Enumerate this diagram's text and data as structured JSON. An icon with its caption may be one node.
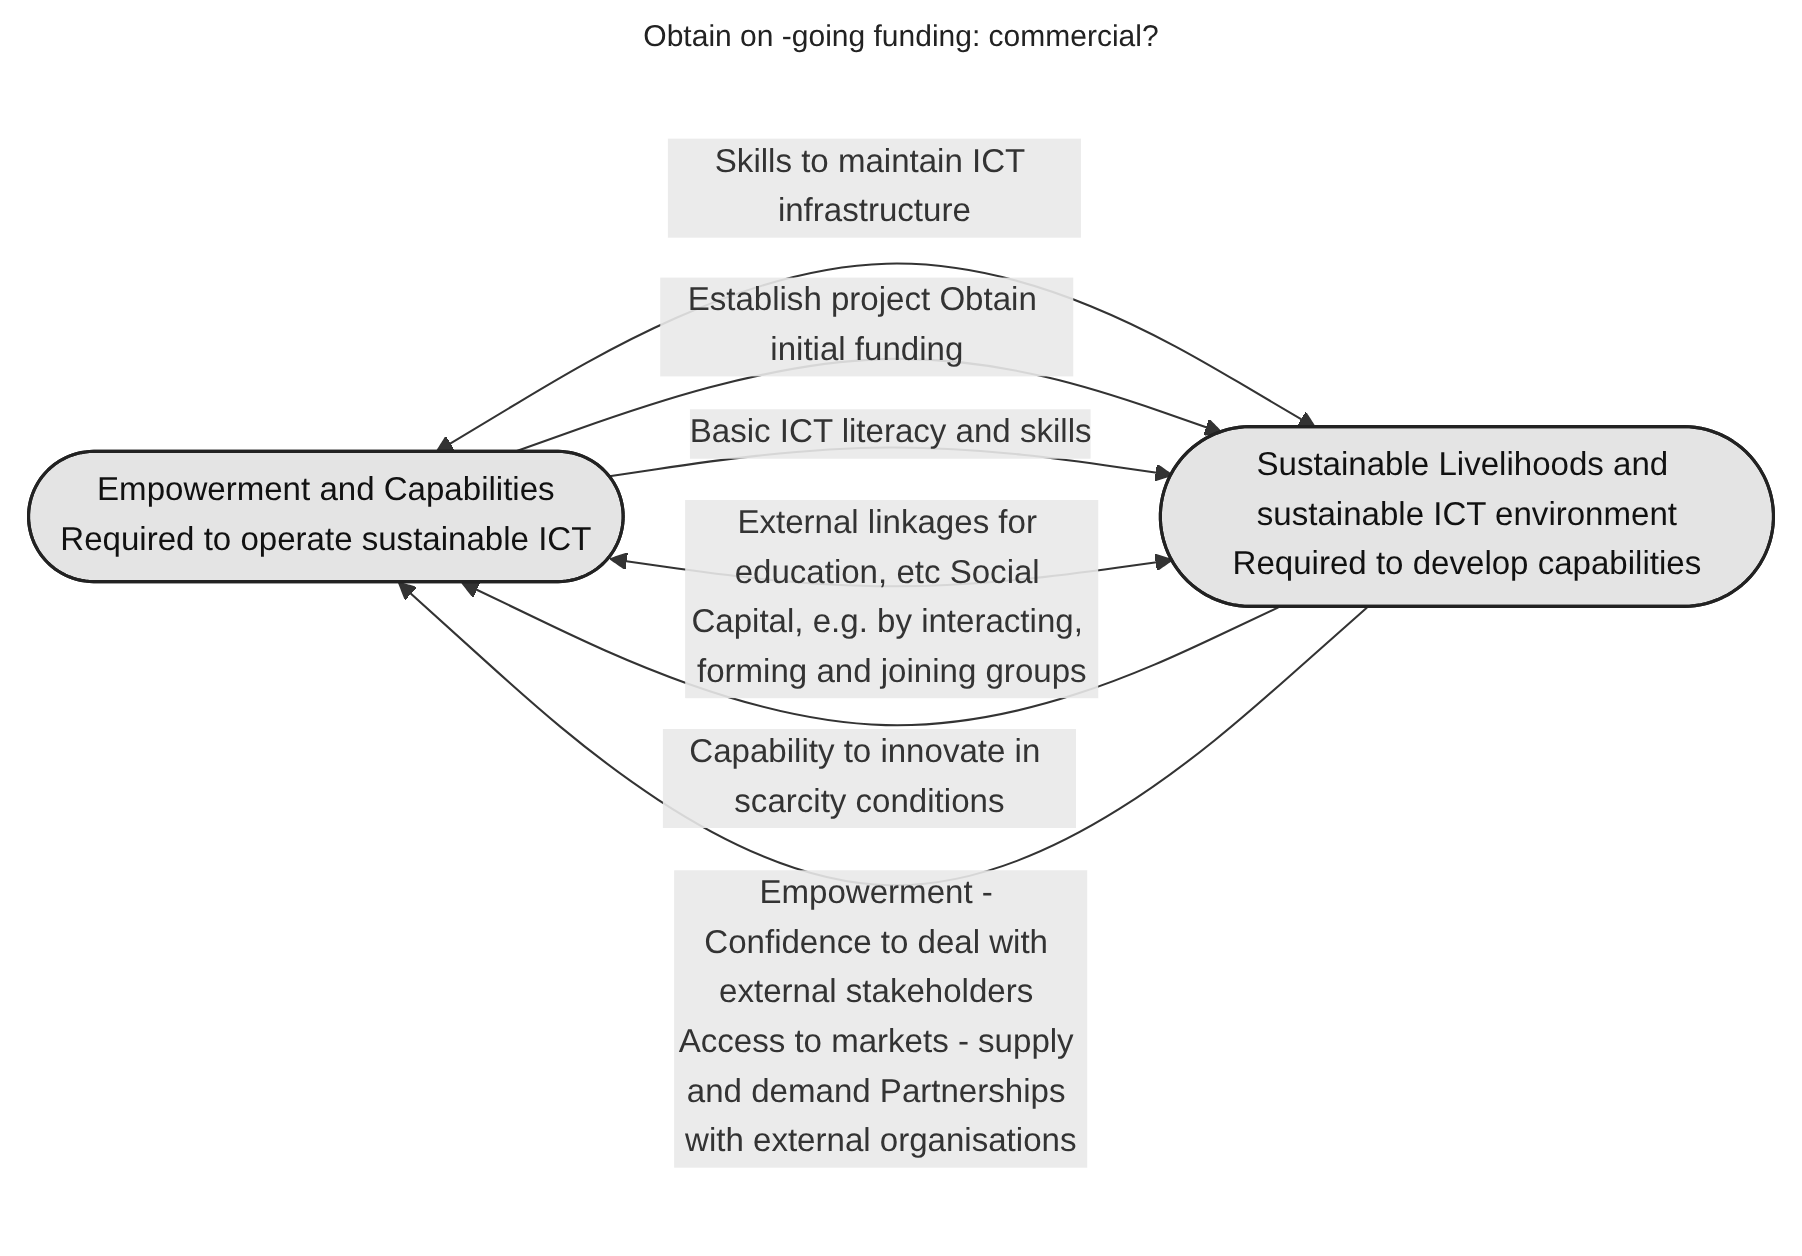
{
  "diagram": {
    "nodes": [
      {
        "text": [
          "Empowerment and Capabilities",
          "Required to operate sustainable ICT"
        ]
      },
      {
        "text": [
          "Sustainable Livelihoods and sustainable ICT environment",
          "Required to develop capabilities"
        ]
      }
    ],
    "edges": [
      {
        "from": 1,
        "to": 0,
        "arrow": "to",
        "label": "Capability to innovate in scarcity conditions"
      },
      {
        "from": 0,
        "to": 1,
        "arrow": "both",
        "label": "Skills to maintain ICT infrastructure"
      },
      {
        "from": 0,
        "to": 1,
        "arrow": "to",
        "label": "Establish project Obtain initial funding"
      },
      {
        "from": 0,
        "to": 1,
        "arrow": "to",
        "label": "Basic ICT literacy and skills"
      },
      {
        "from": 0,
        "to": 1,
        "arrow": "both",
        "label": "External linkages for education, etc Social Capital, e.g. by interacting, forming and joining groups"
      },
      {
        "from": 1,
        "to": 0,
        "arrow": "to",
        "label": "Empowerment - Confidence to deal with external stakeholders Access to markets - supply and demand Partnerships with external organisations"
      }
    ],
    "labels": [
      "Obtain on -going funding: commercial?"
    ]
  }
}
